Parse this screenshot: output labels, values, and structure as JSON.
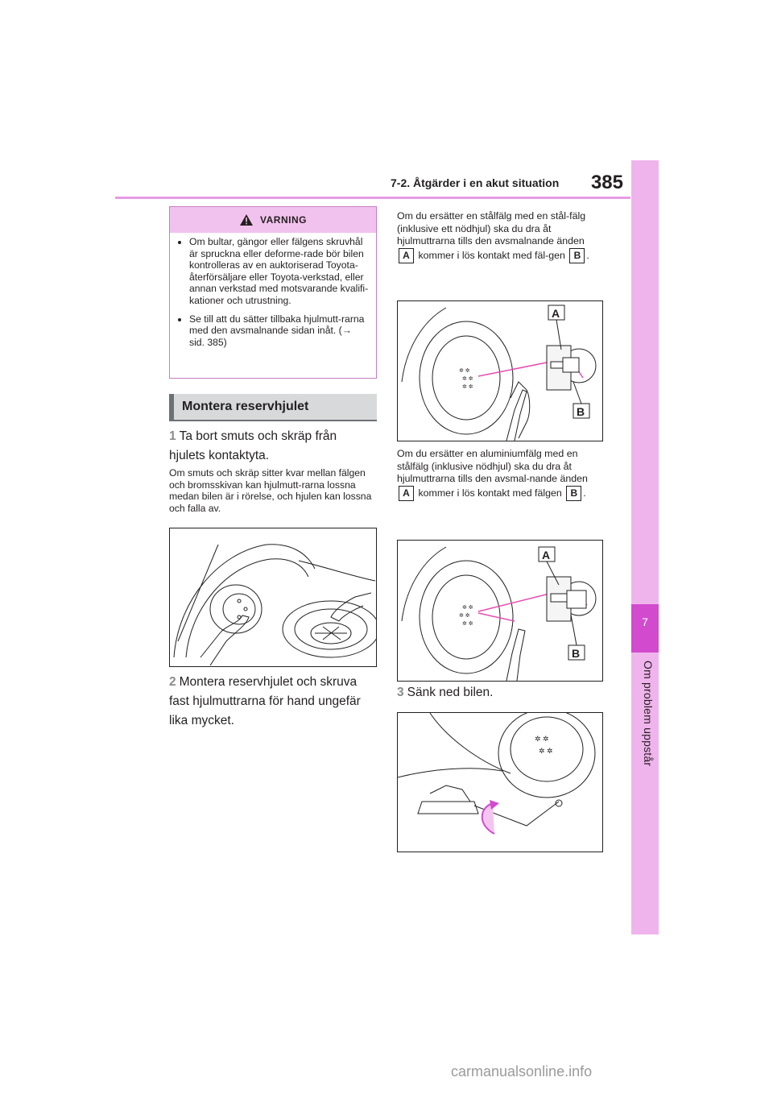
{
  "header": {
    "page_number": "385",
    "section_title": "7-2. Åtgärder i en akut situation"
  },
  "side_tab": {
    "chapter_number": "7",
    "chapter_title": "Om problem uppstår"
  },
  "warning": {
    "label": "VARNING",
    "items": [
      "Om bultar, gängor eller fälgens skruvhål är spruckna eller deforme-rade bör bilen kontrolleras av en auktoriserad Toyota-återförsäljare eller Toyota-verkstad, eller annan verkstad med motsvarande kvalifi-kationer och utrustning.",
      "Se till att du sätter tillbaka hjulmutt-rarna med den avsmalnande sidan inåt. (→ sid. 385)"
    ]
  },
  "subheading": "Montera reservhjulet",
  "steps": [
    {
      "num": "1",
      "text": "Ta bort smuts och skräp från hjulets kontaktyta."
    },
    {
      "num": "2",
      "text": "Montera reservhjulet och skruva fast hjulmuttrarna för hand ungefär lika mycket."
    },
    {
      "num": "3",
      "text": "Sänk ned bilen."
    }
  ],
  "step1_note": "Om smuts och skräp sitter kvar mellan fälgen och bromsskivan kan hjulmutt-rarna lossna medan bilen är i rörelse, och hjulen kan lossna och falla av.",
  "steel_rim": {
    "text_before_a": "Om du ersätter en stålfälg med en stål-fälg (inklusive ett nödhjul) ska du dra åt hjulmuttrarna tills den avsmalnande änden",
    "text_between": "kommer i lös kontakt med fäl-gen",
    "text_after": "."
  },
  "alu_rim": {
    "text_before_a": "Om du ersätter en aluminiumfälg med en stålfälg (inklusive nödhjul) ska du dra åt hjulmuttrarna tills den avsmal-nande änden",
    "text_between": "kommer i lös kontakt med fälgen",
    "text_after": "."
  },
  "labels": {
    "a": "A",
    "b": "B"
  },
  "watermark": "carmanualsonline.info"
}
